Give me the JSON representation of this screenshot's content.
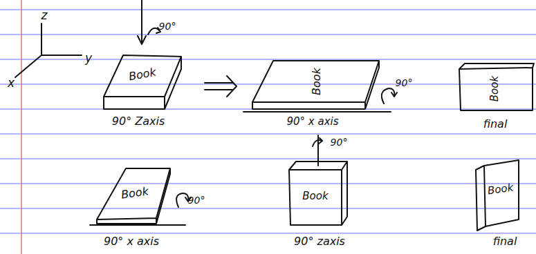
{
  "diagram": {
    "labels": [
      "z",
      "y",
      "x",
      "90°",
      "Book",
      "90° Zaxis",
      "Book",
      "90°",
      "90° x axis",
      "Book",
      "final",
      "Book",
      "90°",
      "90° x axis",
      "90°",
      "Book",
      "90° zaxis",
      "Book",
      "final"
    ]
  }
}
